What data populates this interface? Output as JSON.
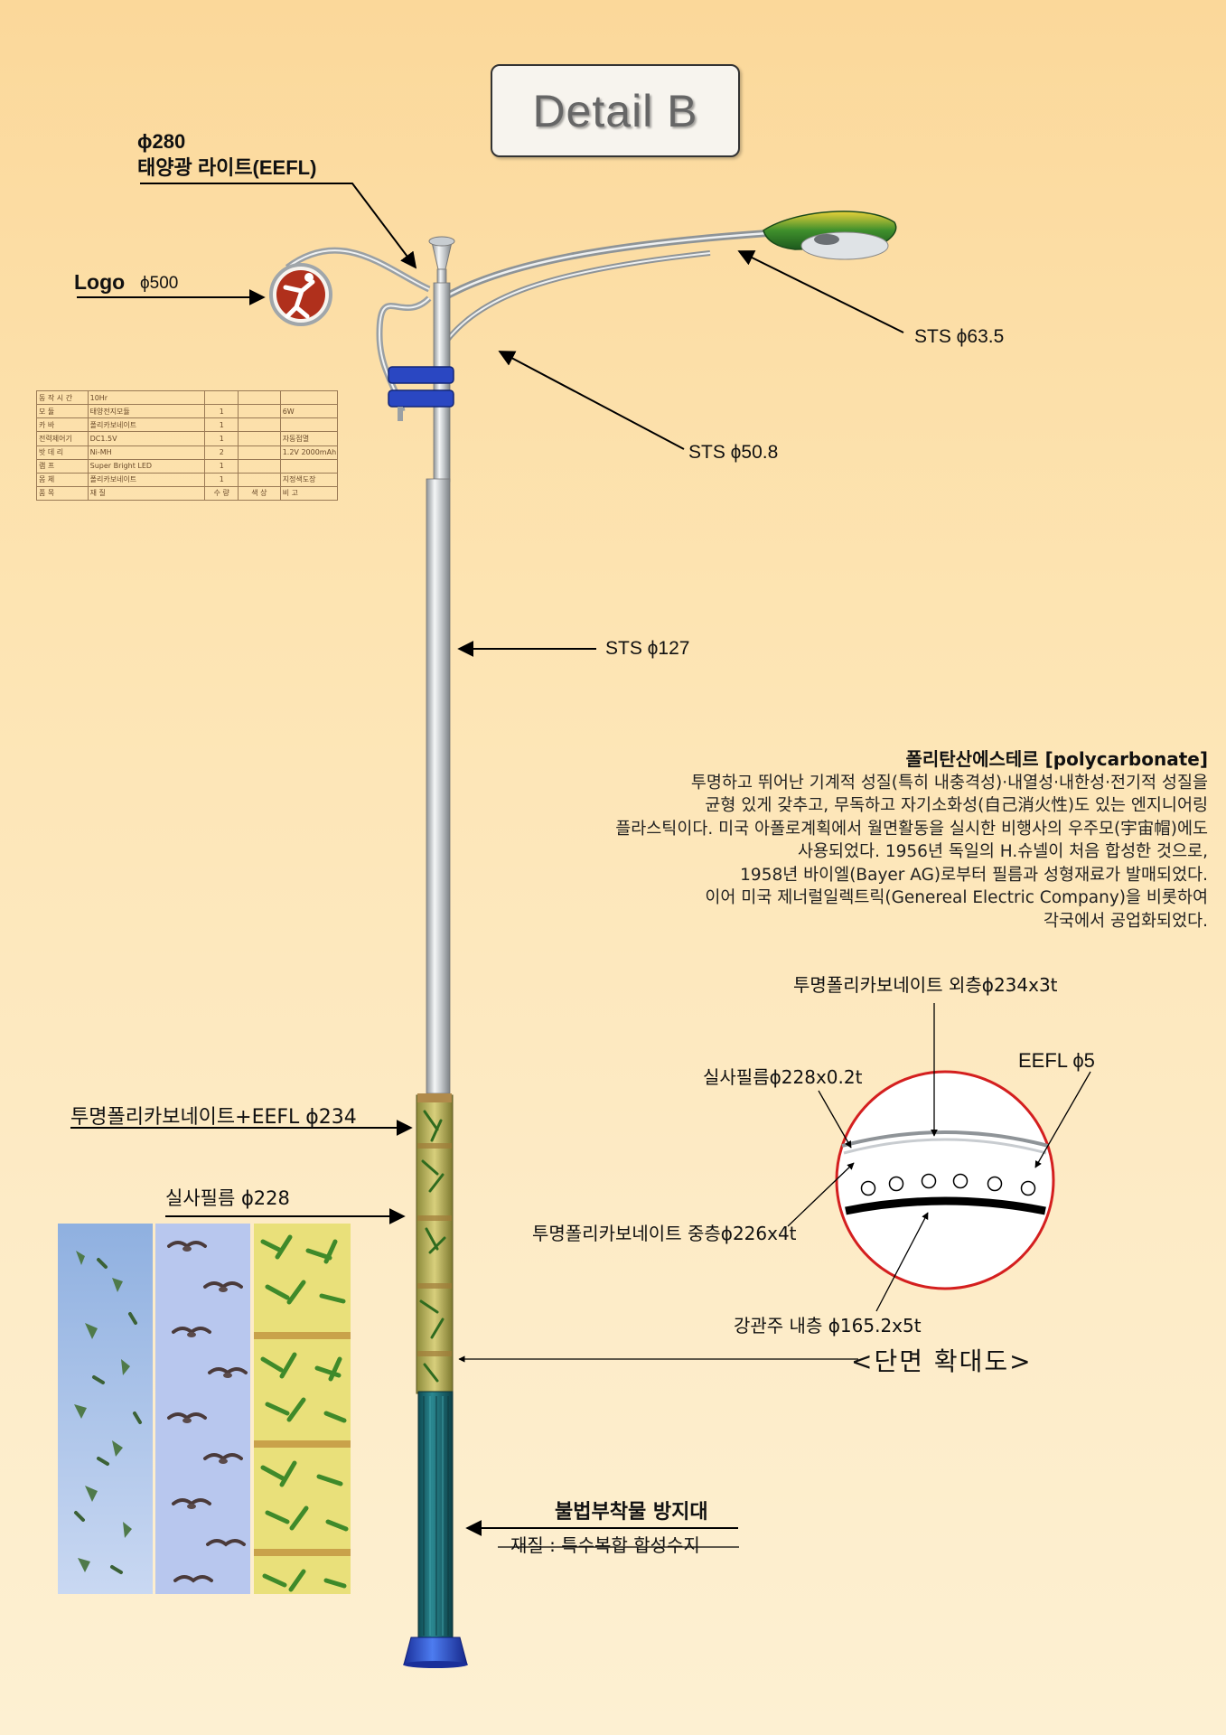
{
  "title": "Detail B",
  "labels": {
    "top_light_phi": "ϕ280",
    "top_light_name": "태양광 라이트(EEFL)",
    "logo": "Logo",
    "logo_phi": "ϕ500",
    "arm_large": "STS ϕ63.5",
    "arm_small": "STS ϕ50.8",
    "pole": "STS ϕ127",
    "cover_outer": "투명폴리카보네이트+EEFL ϕ234",
    "film": "실사필름 ϕ228",
    "base_title": "불법부착물 방지대",
    "base_material": "재질 : 특수복합 합성수지"
  },
  "spec_table": {
    "rows": [
      [
        "동 작 시 간",
        "10Hr",
        "",
        "",
        ""
      ],
      [
        "모        듈",
        "태양전지모듈",
        "1",
        "",
        "6W"
      ],
      [
        "카        바",
        "폴리카보네이트",
        "1",
        "",
        ""
      ],
      [
        "전력제어기",
        "DC1.5V",
        "1",
        "",
        "자동점멸"
      ],
      [
        "밧  데  리",
        "Ni-MH",
        "2",
        "",
        "1.2V 2000mAh"
      ],
      [
        "램        프",
        "Super Bright LED",
        "1",
        "",
        ""
      ],
      [
        "몸        체",
        "폴리카보네이트",
        "1",
        "",
        "지정색도장"
      ]
    ],
    "header": [
      "품        목",
      "재                    질",
      "수 량",
      "색  상",
      "비        고"
    ]
  },
  "description": {
    "heading": "폴리탄산에스테르 [polycarbonate]",
    "lines": [
      "투명하고 뛰어난 기계적 성질(특히 내충격성)·내열성·내한성·전기적 성질을",
      "균형 있게 갖추고, 무독하고 자기소화성(自己消火性)도 있는 엔지니어링",
      "플라스틱이다. 미국 아폴로계획에서 월면활동을 실시한 비행사의 우주모(宇宙帽)에도",
      "사용되었다. 1956년 독일의 H.슈넬이 처음 합성한 것으로,",
      "1958년 바이엘(Bayer AG)로부터 필름과 성형재료가 발매되었다.",
      "이어 미국 제너럴일렉트릭(Genereal Electric Company)을 비롯하여",
      "각국에서 공업화되었다."
    ]
  },
  "section": {
    "outer_layer": "투명폴리카보네이트 외층ϕ234x3t",
    "film_layer": "실사필름ϕ228x0.2t",
    "eefl": "EEFL ϕ5",
    "middle_layer": "투명폴리카보네이트 중층ϕ226x4t",
    "inner_pipe": "강관주 내층 ϕ165.2x5t",
    "caption": "<단면 확대도>"
  },
  "colors": {
    "background_top": "#fbd89a",
    "background_bottom": "#fdf0d2",
    "clamp_blue": "#2a47c2",
    "base_teal": "#1c6e78",
    "logo_red": "#b0301c",
    "lamp_green": "#2e7a2e",
    "section_red": "#d41f1f"
  }
}
